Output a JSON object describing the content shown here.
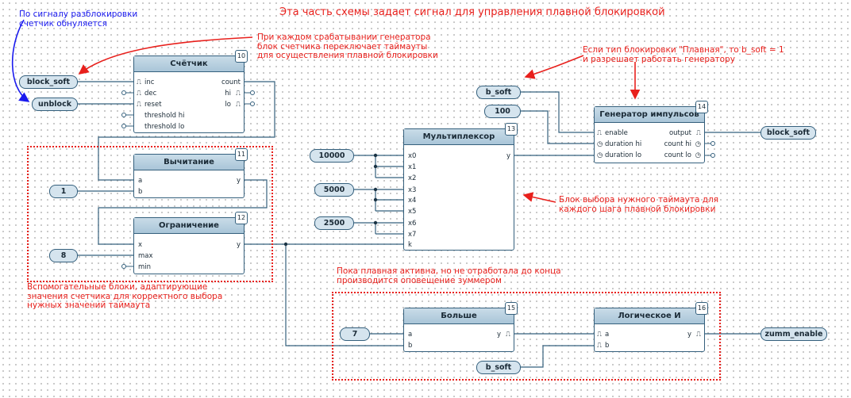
{
  "title": "Эта часть схемы задает сигнал для управления плавной блокировкой",
  "blocks": {
    "counter": {
      "title": "Счётчик",
      "num": "10",
      "inputs": [
        "inc",
        "dec",
        "reset",
        "threshold hi",
        "threshold lo"
      ],
      "outputs": [
        "count",
        "hi",
        "lo"
      ]
    },
    "subtract": {
      "title": "Вычитание",
      "num": "11",
      "inputs": [
        "a",
        "b"
      ],
      "outputs": [
        "y"
      ]
    },
    "limit": {
      "title": "Ограничение",
      "num": "12",
      "inputs": [
        "x",
        "max",
        "min"
      ],
      "outputs": [
        "y"
      ]
    },
    "mux": {
      "title": "Мультиплексор",
      "num": "13",
      "inputs": [
        "x0",
        "x1",
        "x2",
        "x3",
        "x4",
        "x5",
        "x6",
        "x7",
        "k"
      ],
      "outputs": [
        "y"
      ]
    },
    "generator": {
      "title": "Генератор импульсов",
      "num": "14",
      "inputs": [
        "enable",
        "duration hi",
        "duration lo"
      ],
      "outputs": [
        "output",
        "count hi",
        "count lo"
      ]
    },
    "greater": {
      "title": "Больше",
      "num": "15",
      "inputs": [
        "a",
        "b"
      ],
      "outputs": [
        "y"
      ]
    },
    "and": {
      "title": "Логическое И",
      "num": "16",
      "inputs": [
        "a",
        "b"
      ],
      "outputs": [
        "y"
      ]
    }
  },
  "tags": {
    "block_soft_in": "block_soft",
    "unblock": "unblock",
    "one": "1",
    "eight": "8",
    "c10000": "10000",
    "c5000": "5000",
    "c2500": "2500",
    "b_soft_top": "b_soft",
    "c100": "100",
    "block_soft_out": "block_soft",
    "seven": "7",
    "b_soft_bottom": "b_soft",
    "zumm_enable": "zumm_enable"
  },
  "notes": {
    "reset_note": "По сигналу разблокировки\nсчетчик обнуляется",
    "counter_note": "При каждом срабатывании генератора\nблок счетчика переключает таймауты\nдля осуществления плавной блокировки",
    "gen_note": "Если тип блокировки \"Плавная\", то b_soft = 1\nи разрешает работать генератору",
    "mux_note": "Блок выбора нужного таймаута для\nкаждого шага плавной блокировки",
    "aux_note": "Вспомогательные блоки, адаптирующие\nзначения счетчика для корректного выбора\nнужных значений таймаута",
    "buzzer_note": "Пока плавная активна, но не отработала до конца\nпроизводится оповещение зуммером"
  },
  "colors": {
    "annotation_red": "#e8201c",
    "annotation_blue": "#1a1aee",
    "wire": "#35607d",
    "header": "#b9d1e1"
  }
}
